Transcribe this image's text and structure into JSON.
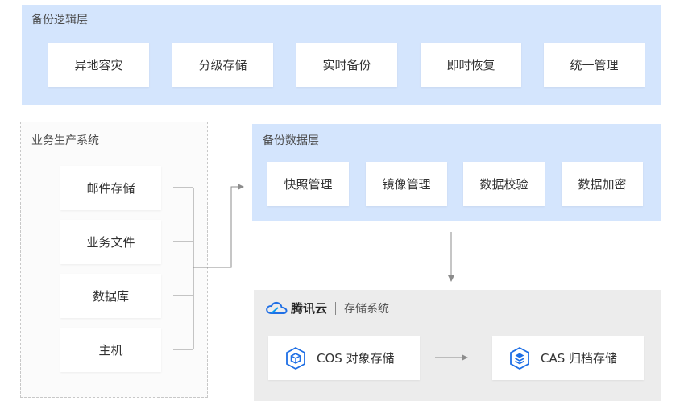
{
  "logic_layer": {
    "title": "备份逻辑层",
    "items": [
      "异地容灾",
      "分级存储",
      "实时备份",
      "即时恢复",
      "统一管理"
    ]
  },
  "production_system": {
    "title": "业务生产系统",
    "items": [
      "邮件存储",
      "业务文件",
      "数据库",
      "主机"
    ]
  },
  "data_layer": {
    "title": "备份数据层",
    "items": [
      "快照管理",
      "镜像管理",
      "数据校验",
      "数据加密"
    ]
  },
  "storage_system": {
    "brand": "腾讯云",
    "label": "存储系统",
    "cos": "COS 对象存储",
    "cas": "CAS 归档存储"
  },
  "colors": {
    "band": "#d4e5fd",
    "accent": "#1f6fe5",
    "connector": "#8c8c8c"
  },
  "icons": [
    "tencent-cloud-logo-icon",
    "cos-cube-icon",
    "cas-cube-icon"
  ]
}
